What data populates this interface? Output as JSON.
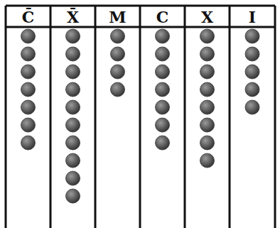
{
  "diagram": {
    "labels": [
      "C̄",
      "X̄",
      "M",
      "C",
      "X",
      "I"
    ]
  }
}
